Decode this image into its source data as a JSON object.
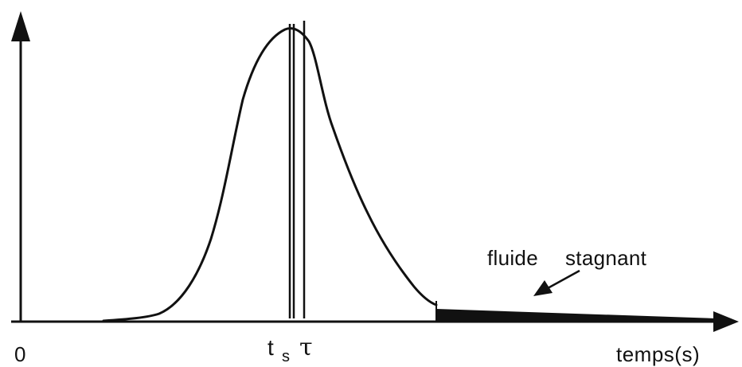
{
  "labels": {
    "origin": "0",
    "ts_main": "t",
    "ts_sub": "s",
    "tau": "τ",
    "x_axis": "temps(s)",
    "annotation_word1": "fluide",
    "annotation_word2": "stagnant"
  },
  "colors": {
    "stroke": "#111111",
    "background": "#ffffff"
  }
}
